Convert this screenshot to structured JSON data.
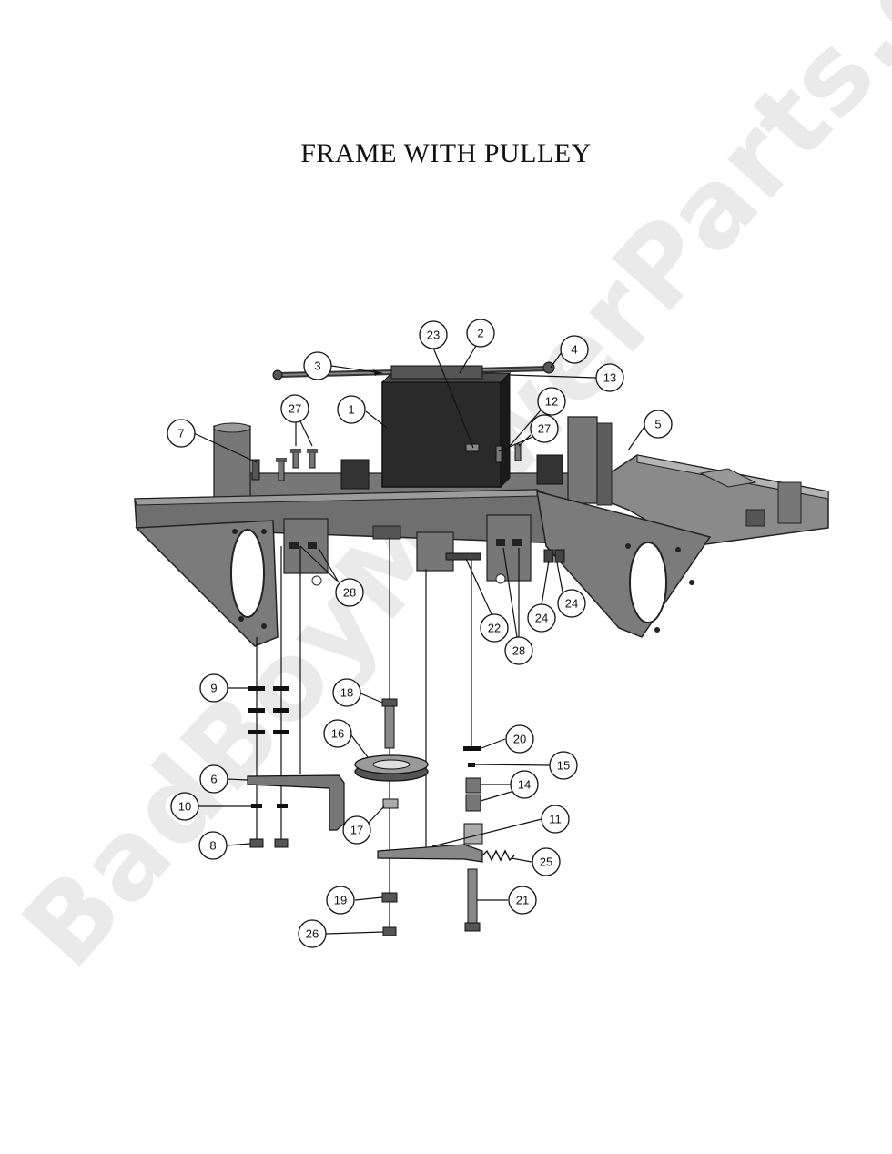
{
  "title": "FRAME WITH PULLEY",
  "watermark": "BadBoyMowerParts.com",
  "callouts": {
    "c1": "1",
    "c2": "2",
    "c3": "3",
    "c4": "4",
    "c5": "5",
    "c6": "6",
    "c7": "7",
    "c8": "8",
    "c9": "9",
    "c10": "10",
    "c11": "11",
    "c12": "12",
    "c13": "13",
    "c14": "14",
    "c15": "15",
    "c16": "16",
    "c17": "17",
    "c18": "18",
    "c19": "19",
    "c20": "20",
    "c21": "21",
    "c22": "22",
    "c23": "23",
    "c24a": "24",
    "c24b": "24",
    "c25": "25",
    "c26": "26",
    "c27a": "27",
    "c27b": "27",
    "c28a": "28",
    "c28b": "28"
  }
}
